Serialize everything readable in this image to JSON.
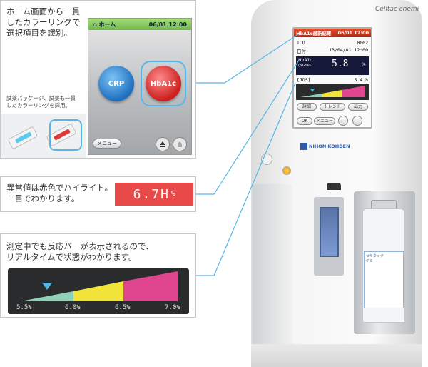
{
  "callout_home": {
    "text": "ホーム画面から一貫\nしたカラーリングで\n選択項目を識別。",
    "sub": "試薬パッケージ、試薬も一貫\nしたカラーリングを採用。",
    "screen_title": "ホーム",
    "screen_date": "06/01 12:00",
    "btn_crp": "CRP",
    "btn_hba1c": "HbA1c",
    "btn_menu": "メニュー"
  },
  "callout_abnormal": {
    "text": "異常値は赤色でハイライト。\n一目でわかります。",
    "value": "6.7H",
    "unit": "%",
    "color": "#e84a4a"
  },
  "callout_bar": {
    "text": "測定中でも反応バーが表示されるので、\nリアルタイムで状態がわかります。",
    "ticks": [
      "5.5%",
      "6.0%",
      "6.5%",
      "7.0%"
    ],
    "segments": [
      {
        "color": "#8fd1b8"
      },
      {
        "color": "#f2e33a"
      },
      {
        "color": "#e0458f"
      }
    ],
    "marker_color": "#56b7e6"
  },
  "device": {
    "brand": "Celltac chemi",
    "maker": "NIHON KOHDEN",
    "screen": {
      "title": "HbA1c最新結果",
      "time": "06/01 12:00",
      "id_label": "I D",
      "id_value": "0002",
      "date_label": "日付",
      "date_value": "13/04/01 12:00",
      "hba_label": "HbA1c",
      "hba_sub": "(NGSP)",
      "hba_value": "5.8",
      "hba_unit": "%",
      "jds_label": "[JDS]",
      "jds_value": "5.4",
      "jds_unit": "%",
      "btn_detail": "詳細",
      "btn_trend": "トレンド",
      "btn_output": "出力",
      "btn_ok": "OK",
      "btn_menu": "メニュー"
    },
    "bottle_label": "セルタック\nケミ"
  }
}
